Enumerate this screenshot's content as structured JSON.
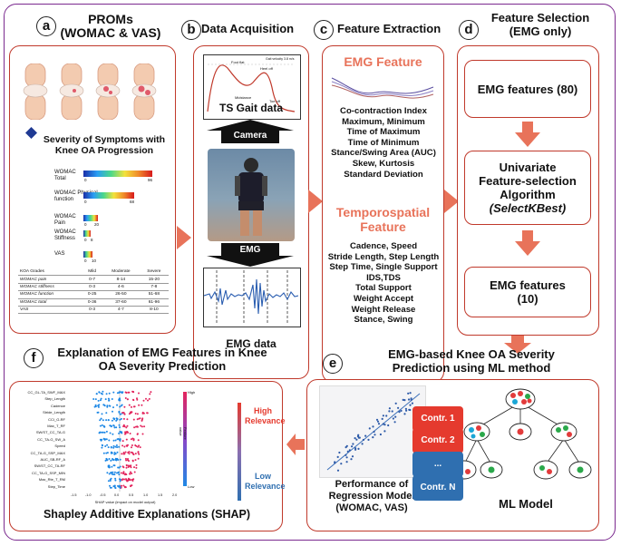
{
  "panels": {
    "a": {
      "letter": "a",
      "title_line1": "PROMs",
      "title_line2": "(WOMAC & VAS)",
      "severity_title": "Severity of Symptoms with Knee OA Progression",
      "scales": [
        {
          "label": "WOMAC Total",
          "min": "0",
          "max": "96"
        },
        {
          "label": "WOMAC Physical function",
          "min": "0",
          "max": "68"
        },
        {
          "label": "WOMAC Pain",
          "min": "0",
          "max": "20"
        },
        {
          "label": "WOMAC Stiffness",
          "min": "0",
          "max": "8"
        },
        {
          "label": "VAS",
          "min": "0",
          "max": "10"
        }
      ],
      "table": {
        "header": [
          "KOA Grades",
          "Mild",
          "Moderate",
          "Severe"
        ],
        "rows": [
          [
            "WOMAC pain",
            "0-7",
            "8-14",
            "15-20"
          ],
          [
            "WOMAC stiffness",
            "0-3",
            "4-6",
            "7-8"
          ],
          [
            "WOMAC function",
            "0-25",
            "26-50",
            "51-68"
          ],
          [
            "WOMAC total",
            "0-36",
            "37-60",
            "61-96"
          ],
          [
            "VAS",
            "0-3",
            "4-7",
            "8-10"
          ]
        ]
      }
    },
    "b": {
      "letter": "b",
      "title": "Data Acquisition",
      "gait_caption": "TS Gait data",
      "camera_label": "Camera",
      "emg_label": "EMG",
      "emg_caption": "EMG data",
      "gait_annotations": [
        "Foot flat",
        "Heel off",
        "Gait velocity 3.8 m/s",
        "Midstance",
        "Toe off"
      ]
    },
    "c": {
      "letter": "c",
      "title": "Feature Extraction",
      "emg_heading": "EMG Feature",
      "emg_features": [
        "Co-contraction Index",
        "Maximum, Minimum",
        "Time of Maximum",
        "Time of Minimum",
        "Stance/Swing Area (AUC)",
        "Skew, Kurtosis",
        "Standard Deviation"
      ],
      "ts_heading_line1": "Temporospatial",
      "ts_heading_line2": "Feature",
      "ts_features": [
        "Cadence, Speed",
        "Stride Length, Step Length",
        "Step Time, Single Support",
        "IDS,TDS",
        "Total Support",
        "Weight Accept",
        "Weight Release",
        "Stance, Swing"
      ]
    },
    "d": {
      "letter": "d",
      "title_line1": "Feature Selection",
      "title_line2": "(EMG only)",
      "box1": "EMG features (80)",
      "box2_line1": "Univariate",
      "box2_line2": "Feature-selection",
      "box2_line3": "Algorithm",
      "box2_line4": "(SelectKBest)",
      "box3_line1": "EMG features",
      "box3_line2": "(10)"
    },
    "e": {
      "letter": "e",
      "title_line1": "EMG-based Knee OA Severity",
      "title_line2": "Prediction using ML method",
      "regression_caption": [
        "Performance of",
        "Regression Model",
        "(WOMAC, VAS)"
      ],
      "model_caption": "ML Model"
    },
    "f": {
      "letter": "f",
      "title_line1": "Explanation of EMG Features in Knee",
      "title_line2": "OA Severity Prediction",
      "shap_caption": "Shapley Additive Explanations (SHAP)",
      "shap_features": [
        "CC_GL-TA_SWF_MAX",
        "Step_Length",
        "Cadence",
        "Stride_Length",
        "CCI_G-RF",
        "Max_T_RF",
        "SW/ST_CC_TA-G",
        "CC_TA-G_SW_A",
        "Speed",
        "CC_TA-G_SSP_MAX",
        "AUC_SB-RF_A",
        "SW/ST_CC_TA-RF",
        "CC_TA-G_SSP_MIN",
        "Max_Rte_T_RM",
        "Step_Time"
      ],
      "shap_xticks": [
        "-1.5",
        "-1.0",
        "-0.5",
        "0.0",
        "0.5",
        "1.0",
        "1.5",
        "2.0"
      ],
      "shap_xlabel": "SHAP value (impact on model output)",
      "feature_value_label": "Feature value",
      "high": "High",
      "low": "Low",
      "contr": [
        "Contr. 1",
        "Contr. 2",
        "...",
        "Contr. N"
      ],
      "high_relevance": [
        "High",
        "Relevance"
      ],
      "low_relevance": [
        "Low",
        "Relevance"
      ]
    }
  },
  "colors": {
    "border": "#c0392b",
    "accent": "#e8735a",
    "outer": "#7b2a8f",
    "contr_red": "#e53a2e",
    "contr_blue": "#2f6fb0"
  }
}
